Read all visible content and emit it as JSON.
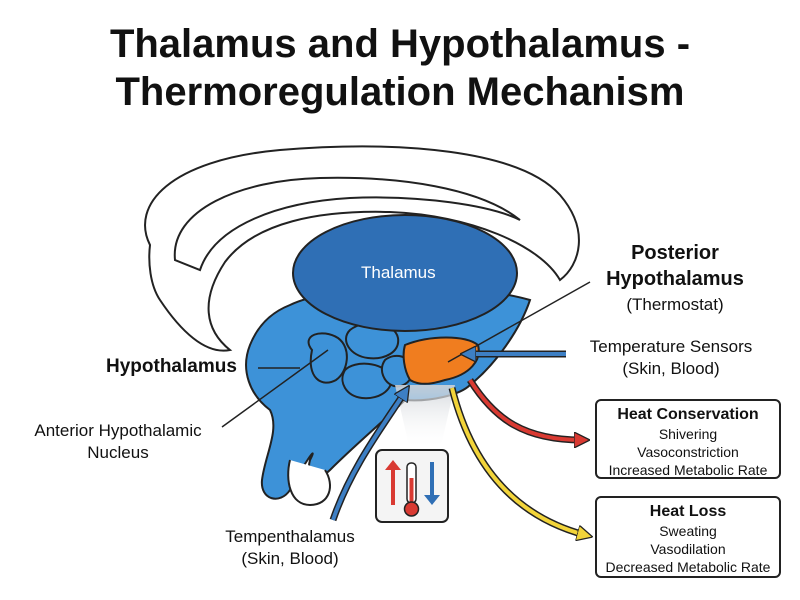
{
  "title": {
    "line1": "Thalamus and Hypothalamus -",
    "line2": "Thermoregulation Mechanism"
  },
  "labels": {
    "thalamus": "Thalamus",
    "hypothalamus": "Hypothalamus",
    "posterior_line1": "Posterior",
    "posterior_line2": "Hypothalamus",
    "posterior_line3": "(Thermostat)",
    "sensors_line1": "Temperature Sensors",
    "sensors_line2": "(Skin, Blood)",
    "anterior_line1": "Anterior Hypothalamic",
    "anterior_line2": "Nucleus",
    "tempen_line1": "Tempenthalamus",
    "tempen_line2": "(Skin, Blood)"
  },
  "boxes": {
    "heat_conservation": {
      "title": "Heat Conservation",
      "items": [
        "Shivering",
        "Vasoconstriction",
        "Increased Metabolic Rate"
      ]
    },
    "heat_loss": {
      "title": "Heat Loss",
      "items": [
        "Sweating",
        "Vasodilation",
        "Decreased Metabolic Rate"
      ]
    }
  },
  "icons": {
    "thermometer": "thermometer-icon",
    "up_arrow": "up-arrow-icon",
    "down_arrow": "down-arrow-icon"
  },
  "colors": {
    "thalamus_fill": "#2f6fb5",
    "hypothalamus_fill": "#3d92d8",
    "posterior_fill": "#f07d1f",
    "heat_conservation_arrow": "#d93a32",
    "heat_loss_arrow": "#f2d43a",
    "sensor_arrow": "#3d7fc4"
  }
}
